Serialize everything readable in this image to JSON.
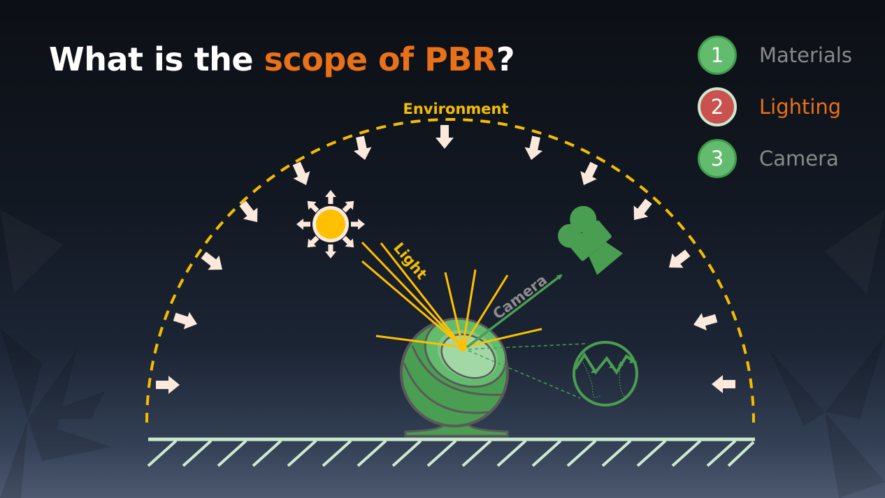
{
  "title": {
    "prefix": "What is the ",
    "highlight": "scope of PBR",
    "suffix": "?"
  },
  "legend": {
    "items": [
      {
        "number": "1",
        "label": "Materials",
        "state": "inactive"
      },
      {
        "number": "2",
        "label": "Lighting",
        "state": "active"
      },
      {
        "number": "3",
        "label": "Camera",
        "state": "inactive"
      }
    ]
  },
  "diagram": {
    "environment_label": "Environment",
    "light_label": "Light",
    "camera_label": "Camera",
    "icons": [
      "sun-icon",
      "camera-icon",
      "sphere-object",
      "microfacet-detail",
      "ground-plane",
      "environment-dome"
    ]
  },
  "colors": {
    "accent_orange": "#e8711a",
    "environment_yellow": "#f5bd00",
    "green": "#4a9e52",
    "badge_active": "#c9524f",
    "arrow_cream": "#fde9dc",
    "ground": "#cde9cf",
    "inactive_text": "#8a8a8a"
  }
}
